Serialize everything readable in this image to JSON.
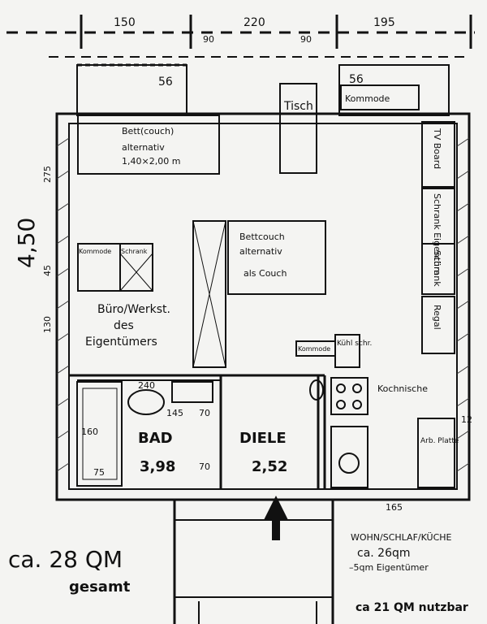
{
  "dimensions": {
    "top_150": "150",
    "top_220": "220",
    "top_195": "195",
    "door_90_left": "90",
    "door_90_right": "90",
    "window_56_left": "56",
    "window_56_right": "56",
    "left_275": "275",
    "left_45": "45",
    "left_130": "130",
    "total_height": "4,50",
    "bath_240": "240",
    "bath_145": "145",
    "bath_70": "70",
    "bath_160": "160",
    "bath_75": "75",
    "bath_70b": "70",
    "kitchen_165": "165",
    "right_12": "12"
  },
  "labels": {
    "tisch": "Tisch",
    "kommode_top": "Kommode",
    "bett1_line1": "Bett(couch)",
    "bett1_line2": "alternativ",
    "bett1_line3": "1,40×2,00 m",
    "bett2_line1": "Bettcouch",
    "bett2_line2": "alternativ",
    "bett2_line3": "als Couch",
    "tv_board": "TV Board",
    "schrank_eigentum": "Schrank Eigentüm.",
    "schrank": "Schrank",
    "regal": "Regal",
    "kommode_left": "Kommode",
    "schrank_left": "Schrank",
    "buero_line1": "Büro/Werkst.",
    "buero_line2": "des",
    "buero_line3": "Eigentümers",
    "kommode_mid": "Kommode",
    "kuehlschrank": "Kühl schr.",
    "kochnische": "Kochnische",
    "arbeitsplatte": "Arb. Platte",
    "bad": "BAD",
    "bad_area": "3,98",
    "diele": "DIELE",
    "diele_area": "2,52",
    "wohn_line1": "WOHN/SCHLAF/KÜCHE",
    "wohn_line2": "ca. 26qm",
    "wohn_line3": "–5qm Eigentümer",
    "total_line1": "ca. 28 QM",
    "total_line2": "gesamt",
    "nutzbar": "ca 21 QM nutzbar"
  }
}
